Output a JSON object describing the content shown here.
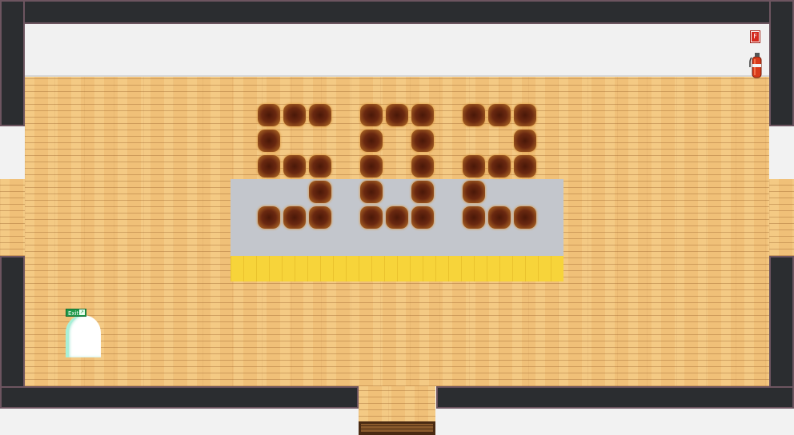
{
  "scene": "classroom-map",
  "exit_sign": {
    "label": "Exit",
    "arrow": "↗"
  },
  "fire_sign": {
    "label": "F"
  },
  "icons": {
    "exit": "exit-sign-icon",
    "fire": "fire-alarm-icon",
    "extinguisher": "fire-extinguisher-icon",
    "stairs": "stairs-icon"
  },
  "colors": {
    "wall": "#2b2d30",
    "floor": "#f0c078",
    "stage": "#c3c6cc",
    "stage_edge": "#f7d43a",
    "seat": "#6a2810"
  }
}
